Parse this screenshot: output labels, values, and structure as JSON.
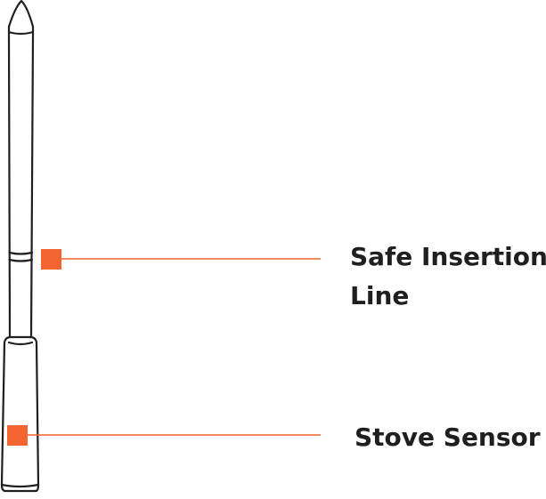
{
  "diagram": {
    "accent_color": "#f26430",
    "outline_color": "#1f1f1f",
    "callouts": [
      {
        "id": "safe-insertion-line",
        "text_line1": "Safe Insertion",
        "text_line2": "Line"
      },
      {
        "id": "stove-sensor",
        "text": "Stove Sensor"
      }
    ]
  }
}
